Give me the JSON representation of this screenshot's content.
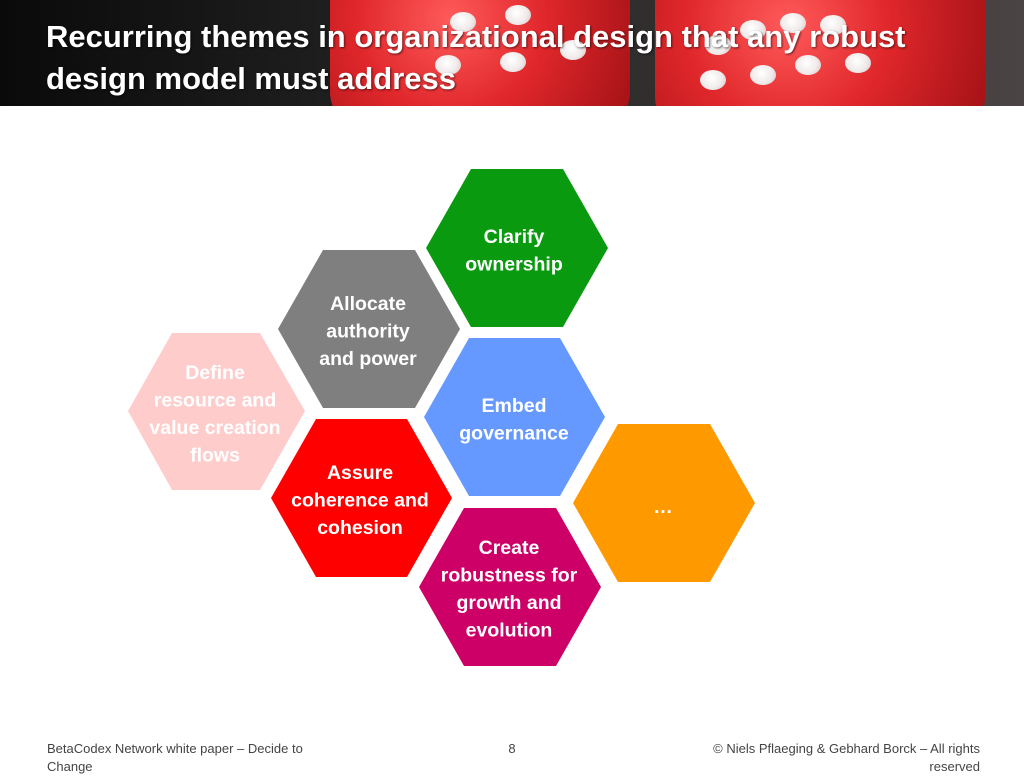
{
  "slide": {
    "title": "Recurring themes in organizational design that any robust design model must address"
  },
  "hexagons": [
    {
      "name": "clarify-ownership",
      "lines": [
        "Clarify",
        "ownership"
      ],
      "color": "#0a9a10"
    },
    {
      "name": "allocate-authority",
      "lines": [
        "Allocate",
        "authority",
        "and power"
      ],
      "color": "#7f7f7f"
    },
    {
      "name": "define-resource-flows",
      "lines": [
        "Define",
        "resource and",
        "value creation",
        "flows"
      ],
      "color": "#ffcccc"
    },
    {
      "name": "embed-governance",
      "lines": [
        "Embed",
        "governance"
      ],
      "color": "#6699ff"
    },
    {
      "name": "assure-coherence",
      "lines": [
        "Assure",
        "coherence and",
        "cohesion"
      ],
      "color": "#ff0000"
    },
    {
      "name": "more-themes",
      "lines": [
        "…"
      ],
      "color": "#ff9900"
    },
    {
      "name": "create-robustness",
      "lines": [
        "Create",
        "robustness for",
        "growth and",
        "evolution"
      ],
      "color": "#cc0066"
    }
  ],
  "footer": {
    "left": "BetaCodex Network white paper – Decide to Change",
    "page_number": "8",
    "right": "© Niels Pflaeging & Gebhard Borck – All rights reserved"
  }
}
